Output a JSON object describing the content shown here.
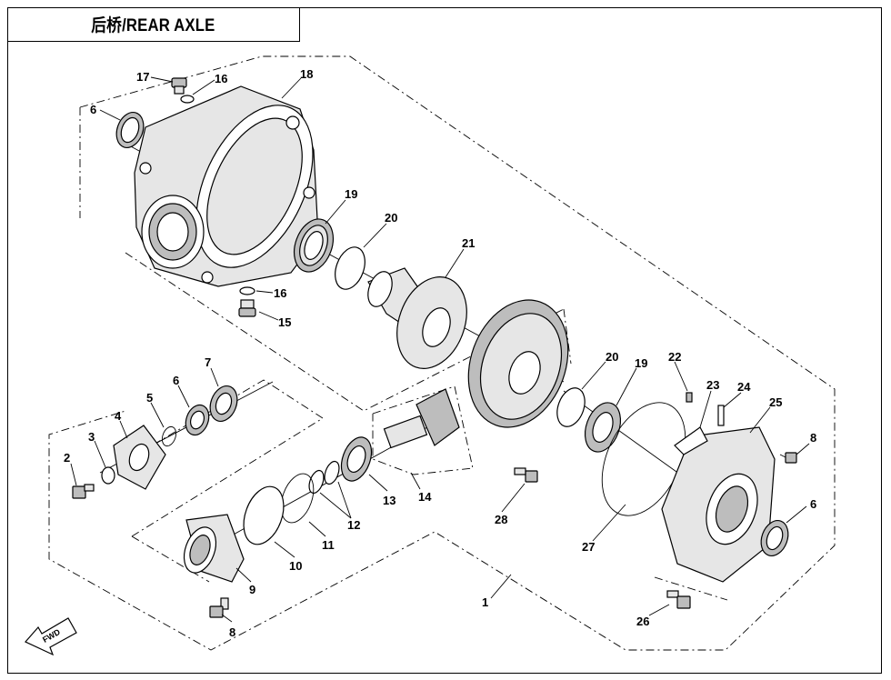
{
  "title": "后桥/REAR AXLE",
  "fwd_label": "FWD",
  "callouts": [
    {
      "id": "c17",
      "text": "17"
    },
    {
      "id": "c16a",
      "text": "16"
    },
    {
      "id": "c18",
      "text": "18"
    },
    {
      "id": "c6a",
      "text": "6"
    },
    {
      "id": "c19a",
      "text": "19"
    },
    {
      "id": "c20a",
      "text": "20"
    },
    {
      "id": "c21",
      "text": "21"
    },
    {
      "id": "c16b",
      "text": "16"
    },
    {
      "id": "c15",
      "text": "15"
    },
    {
      "id": "c7",
      "text": "7"
    },
    {
      "id": "c6b",
      "text": "6"
    },
    {
      "id": "c5",
      "text": "5"
    },
    {
      "id": "c4",
      "text": "4"
    },
    {
      "id": "c3",
      "text": "3"
    },
    {
      "id": "c2",
      "text": "2"
    },
    {
      "id": "c20b",
      "text": "20"
    },
    {
      "id": "c19b",
      "text": "19"
    },
    {
      "id": "c22",
      "text": "22"
    },
    {
      "id": "c23",
      "text": "23"
    },
    {
      "id": "c24",
      "text": "24"
    },
    {
      "id": "c25",
      "text": "25"
    },
    {
      "id": "c8a",
      "text": "8"
    },
    {
      "id": "c6c",
      "text": "6"
    },
    {
      "id": "c13",
      "text": "13"
    },
    {
      "id": "c14",
      "text": "14"
    },
    {
      "id": "c12",
      "text": "12"
    },
    {
      "id": "c11",
      "text": "11"
    },
    {
      "id": "c10",
      "text": "10"
    },
    {
      "id": "c9",
      "text": "9"
    },
    {
      "id": "c8b",
      "text": "8"
    },
    {
      "id": "c28",
      "text": "28"
    },
    {
      "id": "c27",
      "text": "27"
    },
    {
      "id": "c1",
      "text": "1"
    },
    {
      "id": "c26",
      "text": "26"
    }
  ]
}
